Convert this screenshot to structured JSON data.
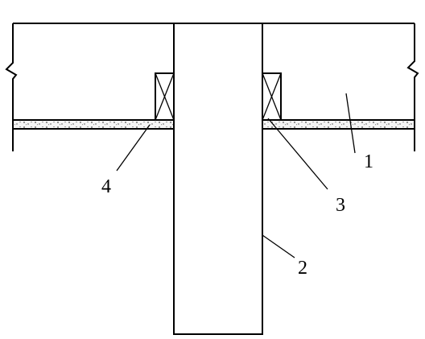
{
  "labels": {
    "slab": "1",
    "column": "2",
    "block": "3",
    "screed": "4"
  }
}
